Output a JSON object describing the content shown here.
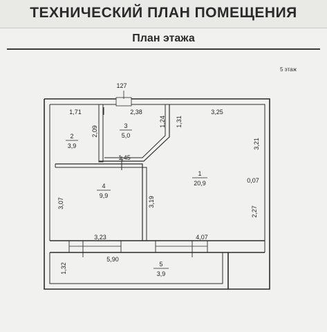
{
  "header": {
    "title": "ТЕХНИЧЕСКИЙ ПЛАН ПОМЕЩЕНИЯ",
    "subtitle": "План этажа"
  },
  "floor_label": "5 этаж",
  "rooms": [
    {
      "number": "1",
      "area": "20,9"
    },
    {
      "number": "2",
      "area": "3,9"
    },
    {
      "number": "3",
      "area": "5,0"
    },
    {
      "number": "4",
      "area": "9,9"
    },
    {
      "number": "5",
      "area": "3,9"
    }
  ],
  "dimensions": {
    "top_door": "127",
    "room2_width": "1,71",
    "room2_height": "2,09",
    "room3_width": "2,38",
    "room3_right": "1,24",
    "room1_left": "1,31",
    "room1_width": "3,25",
    "room1_right_upper": "3,21",
    "room1_right_mid": "0,07",
    "room1_right_lower": "2,27",
    "room1_partition": "3,19",
    "room4_top": "1,45",
    "room4_height": "3,07",
    "room4_bottom": "3,23",
    "room1_bottom": "4,07",
    "balcony_width": "5,90",
    "balcony_depth": "1,32"
  }
}
